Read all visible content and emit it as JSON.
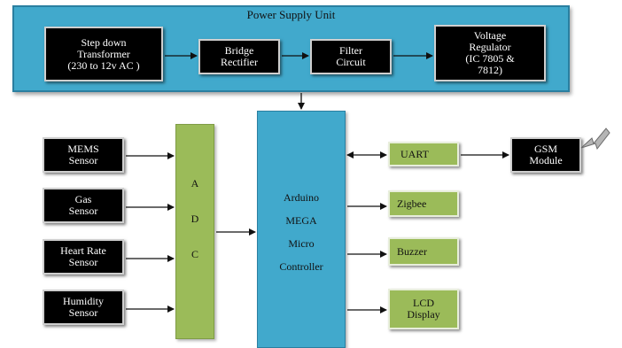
{
  "power_supply": {
    "title": "Power Supply Unit",
    "transformer": [
      "Step down",
      "Transformer",
      "(230 to 12v AC )"
    ],
    "rectifier": [
      "Bridge",
      "Rectifier"
    ],
    "filter": [
      "Filter",
      "Circuit"
    ],
    "regulator": [
      "Voltage",
      "Regulator",
      "(IC 7805 &",
      "7812)"
    ]
  },
  "sensors": {
    "mems": [
      "MEMS",
      "Sensor"
    ],
    "gas": [
      "Gas",
      "Sensor"
    ],
    "heart_rate": [
      "Heart Rate",
      "Sensor"
    ],
    "humidity": [
      "Humidity",
      "Sensor"
    ]
  },
  "adc": {
    "letters": [
      "A",
      "D",
      "C"
    ]
  },
  "controller": {
    "lines": [
      "Arduino",
      "MEGA",
      "Micro",
      "Controller"
    ]
  },
  "outputs": {
    "uart": "UART",
    "zigbee": "Zigbee",
    "buzzer": "Buzzer",
    "lcd": [
      "LCD",
      "Display"
    ]
  },
  "gsm": [
    "GSM",
    "Module"
  ],
  "colors": {
    "blue_block": "#41a9cc",
    "green_block": "#9bbb59",
    "black_block": "#000000",
    "wire": "#111111"
  }
}
